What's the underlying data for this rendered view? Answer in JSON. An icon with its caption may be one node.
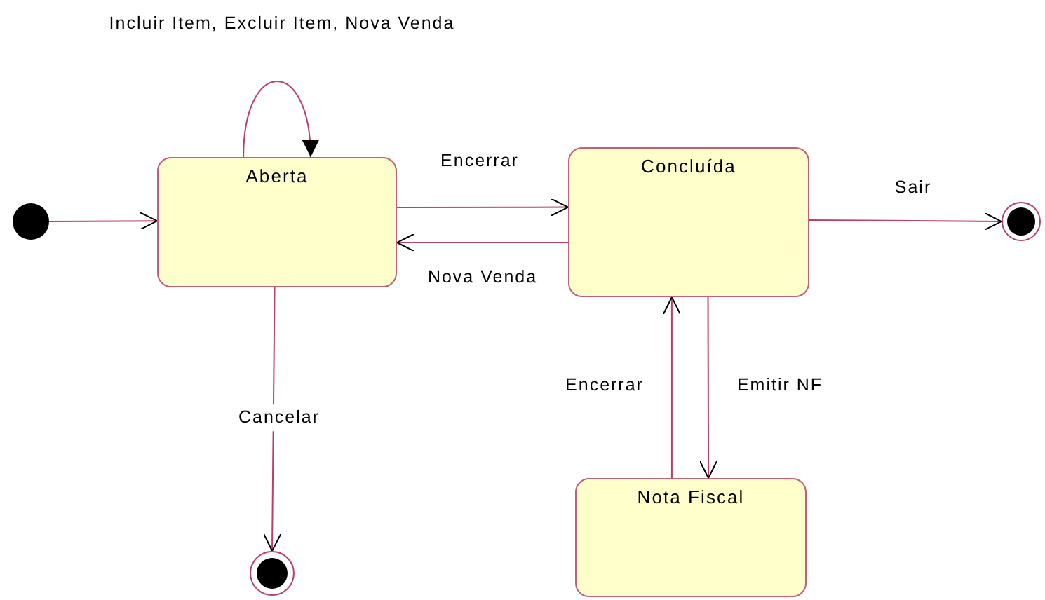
{
  "diagram": {
    "nodes": [
      {
        "text": [],
        "shape": "circle"
      },
      {
        "text": [
          "Aberta"
        ]
      },
      {
        "text": [
          "Concluída"
        ]
      },
      {
        "text": [],
        "shape": "circle"
      },
      {
        "text": [],
        "shape": "circle"
      },
      {
        "text": [
          "Nota Fiscal"
        ]
      }
    ],
    "edges": [
      {
        "from": 0,
        "to": 1,
        "arrow": "to"
      },
      {
        "from": 1,
        "to": 1,
        "arrow": "to",
        "label": "Incluir Item, Excluir Item, Nova Venda"
      },
      {
        "from": 1,
        "to": 2,
        "arrow": "to",
        "label": "Encerrar"
      },
      {
        "from": 2,
        "to": 1,
        "arrow": "to",
        "label": "Nova Venda"
      },
      {
        "from": 2,
        "to": 3,
        "arrow": "to",
        "label": "Sair"
      },
      {
        "from": 1,
        "to": 4,
        "arrow": "to",
        "label": "Cancelar"
      },
      {
        "from": 2,
        "to": 5,
        "arrow": "to",
        "label": "Emitir NF"
      },
      {
        "from": 5,
        "to": 2,
        "arrow": "to",
        "label": "Encerrar"
      }
    ]
  }
}
